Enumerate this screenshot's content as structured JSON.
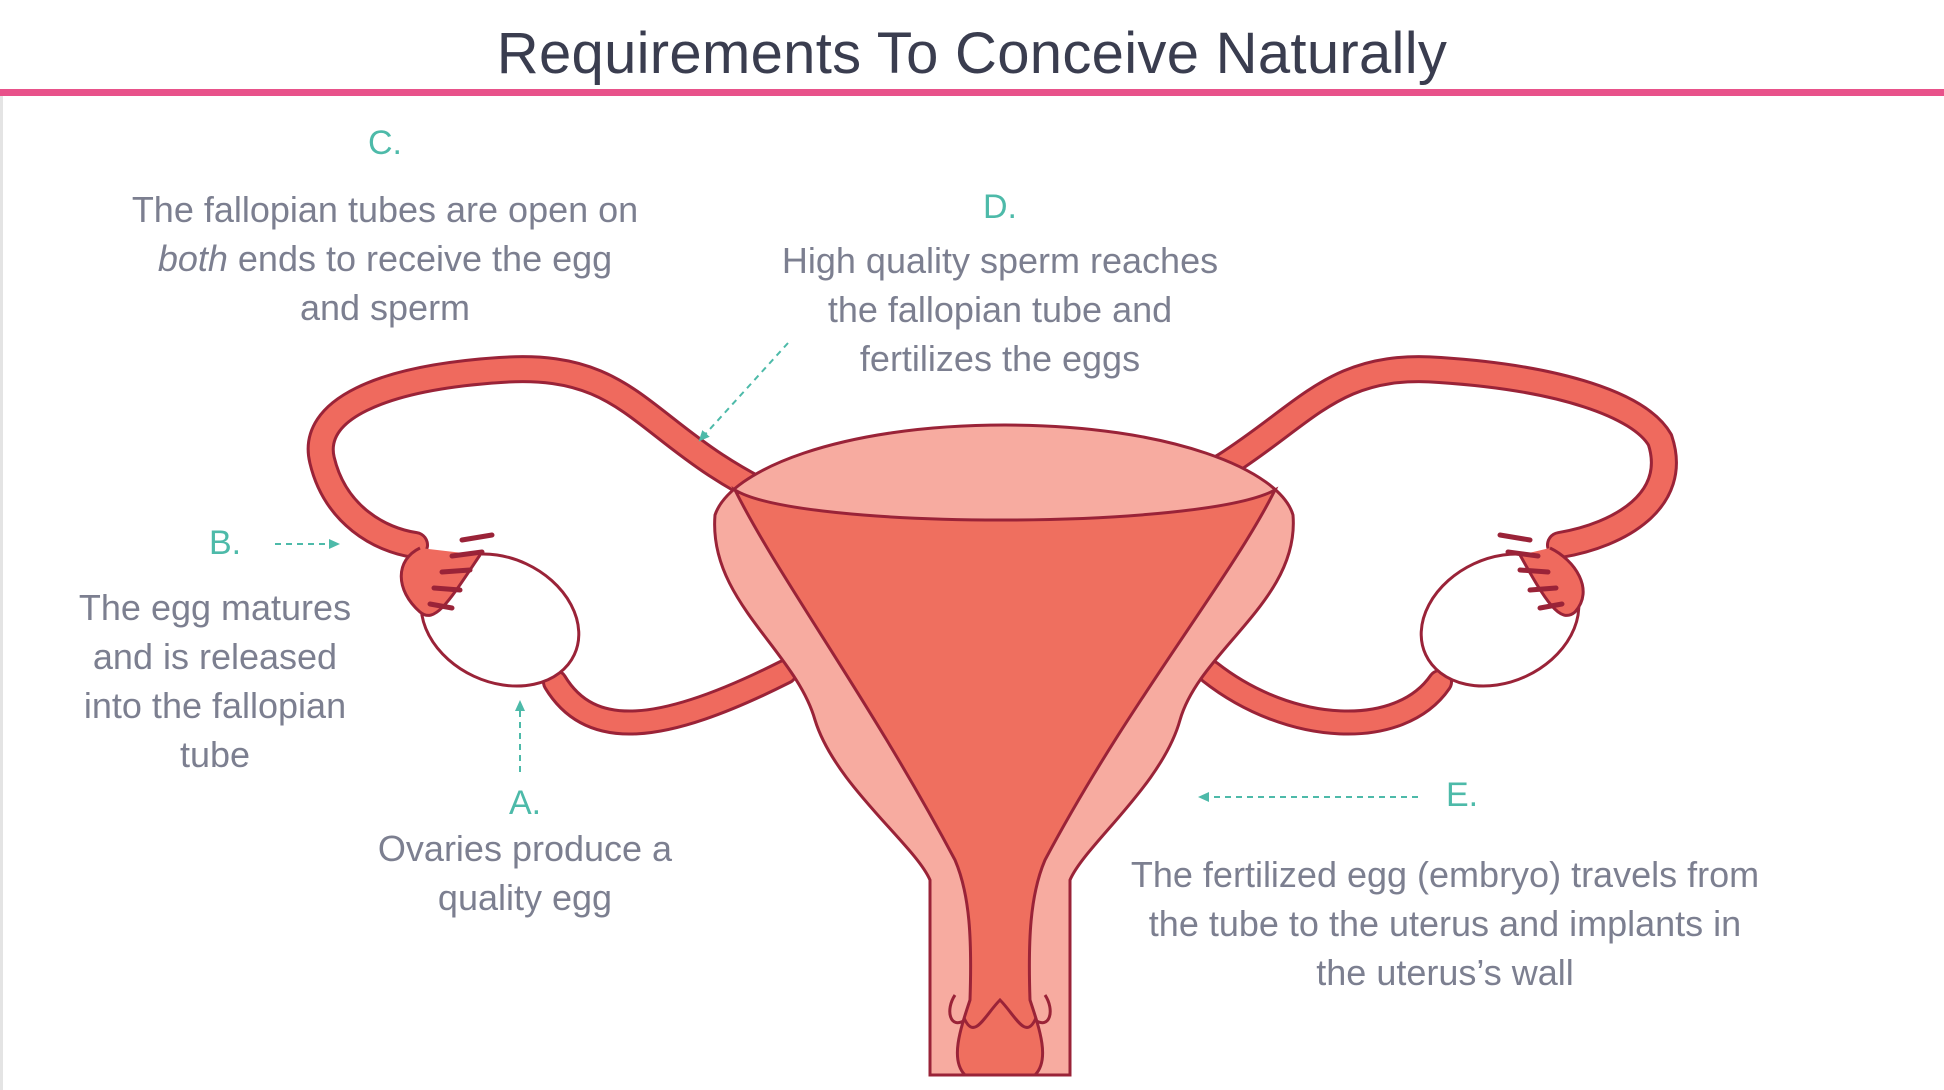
{
  "title": "Requirements To Conceive Naturally",
  "colors": {
    "accent_rule": "#e8528a",
    "letter": "#4dbaa9",
    "text": "#7c7f90",
    "title": "#3a3d4f",
    "tissue_outline": "#9a2338",
    "tube": "#ef6a5e",
    "uterus_outer": "#f7aba0",
    "uterus_cavity": "#ef6f5f",
    "arrow": "#4dbaa9"
  },
  "labels": {
    "a": {
      "letter": "A.",
      "text_line1": "Ovaries produce a",
      "text_line2": "quality egg"
    },
    "b": {
      "letter": "B.",
      "text_line1": "The egg matures",
      "text_line2": "and is released",
      "text_line3": "into the fallopian",
      "text_line4": "tube"
    },
    "c": {
      "letter": "C.",
      "text_line1": "The fallopian tubes are open on",
      "text_line2_italic": "both",
      "text_line2_rest": " ends to receive the egg",
      "text_line3": "and sperm"
    },
    "d": {
      "letter": "D.",
      "text_line1": "High quality sperm reaches",
      "text_line2": "the fallopian tube and",
      "text_line3": "fertilizes the eggs"
    },
    "e": {
      "letter": "E.",
      "text_line1": "The fertilized egg (embryo) travels from",
      "text_line2": "the tube to the uterus and implants in",
      "text_line3": "the uterus’s wall"
    }
  }
}
